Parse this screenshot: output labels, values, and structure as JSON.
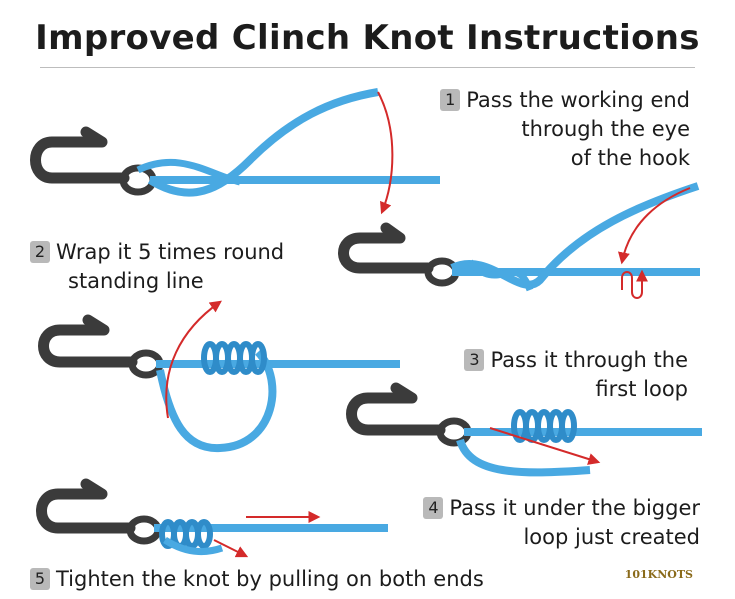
{
  "title": "Improved Clinch Knot Instructions",
  "brand": "101KNOTS",
  "colors": {
    "line": "#49a9e2",
    "line_dark": "#1f6fa8",
    "hook": "#3b3b3b",
    "arrow": "#d42a2a",
    "badge": "#b9b9b9"
  },
  "steps": [
    {
      "number": "1",
      "lines": [
        "Pass the working end",
        "through the eye",
        "of the hook"
      ]
    },
    {
      "number": "2",
      "lines": [
        "Wrap it 5 times round",
        "standing line"
      ]
    },
    {
      "number": "3",
      "lines": [
        "Pass it through the",
        "first loop"
      ]
    },
    {
      "number": "4",
      "lines": [
        "Pass it under the bigger",
        "loop just created"
      ]
    },
    {
      "number": "5",
      "lines": [
        "Tighten the knot by pulling on both ends"
      ]
    }
  ]
}
